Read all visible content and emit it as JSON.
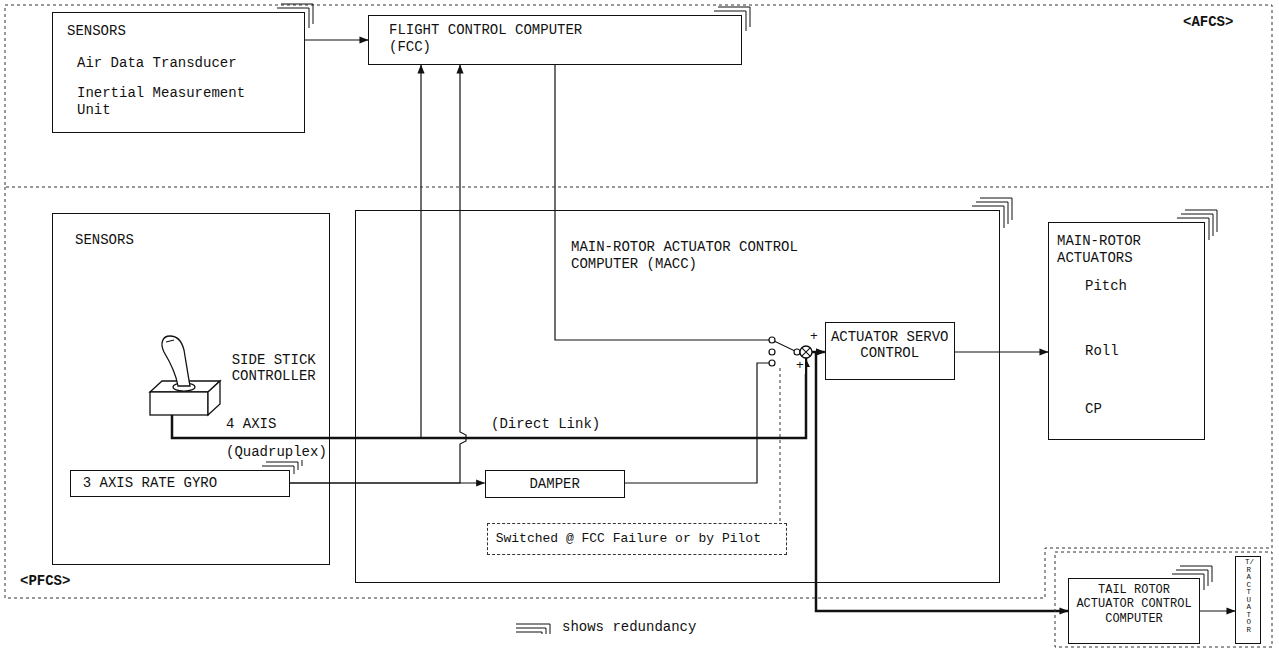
{
  "diagram": {
    "nodes": [
      {
        "text": [
          "<AFCS>"
        ]
      },
      {
        "text": [
          "SENSORS",
          "Air Data Transducer",
          "Inertial Measurement Unit"
        ],
        "in": 0
      },
      {
        "text": [
          "FLIGHT CONTROL COMPUTER (FCC)"
        ],
        "in": 0
      },
      {
        "text": [
          "<PFCS>"
        ]
      },
      {
        "text": [
          "SENSORS"
        ],
        "in": 3
      },
      {
        "text": [
          "SIDE STICK CONTROLLER"
        ],
        "in": 4
      },
      {
        "text": [
          "3 AXIS RATE GYRO"
        ],
        "in": 4
      },
      {
        "text": [
          "MAIN-ROTOR ACTUATOR CONTROL COMPUTER (MACC)"
        ],
        "in": 3
      },
      {
        "text": [
          "DAMPER"
        ],
        "in": 7
      },
      {
        "text": [
          "ACTUATOR SERVO CONTROL"
        ],
        "in": 7
      },
      {
        "text": [
          "Switched @ FCC Failure or by Pilot"
        ],
        "in": 7
      },
      {
        "text": [
          "MAIN-ROTOR ACTUATORS",
          "Pitch",
          "Roll",
          "CP"
        ],
        "in": 3
      },
      {
        "text": [
          "TAIL ROTOR ACTUATOR CONTROL COMPUTER"
        ]
      },
      {
        "text": [
          "T/R ACTUATOR"
        ]
      }
    ],
    "edges": [
      {
        "from": 1,
        "to": 2,
        "arrow": "to"
      },
      {
        "from": 5,
        "to": 2,
        "arrow": "to"
      },
      {
        "from": 5,
        "to": 9,
        "arrow": "to"
      },
      {
        "from": 2,
        "to": 9,
        "arrow": "to"
      },
      {
        "from": 6,
        "to": 2,
        "arrow": "to"
      },
      {
        "from": 6,
        "to": 8,
        "arrow": "to"
      },
      {
        "from": 8,
        "to": 9,
        "arrow": "none"
      },
      {
        "from": 9,
        "to": 11,
        "arrow": "to"
      },
      {
        "from": 7,
        "to": 12,
        "arrow": "to"
      },
      {
        "from": 12,
        "to": 13,
        "arrow": "to"
      }
    ],
    "labels": [
      "4 AXIS",
      "(Quadruplex)",
      "(Direct Link)",
      "+",
      "+"
    ],
    "legend": [
      {
        "text": "shows redundancy"
      }
    ]
  }
}
